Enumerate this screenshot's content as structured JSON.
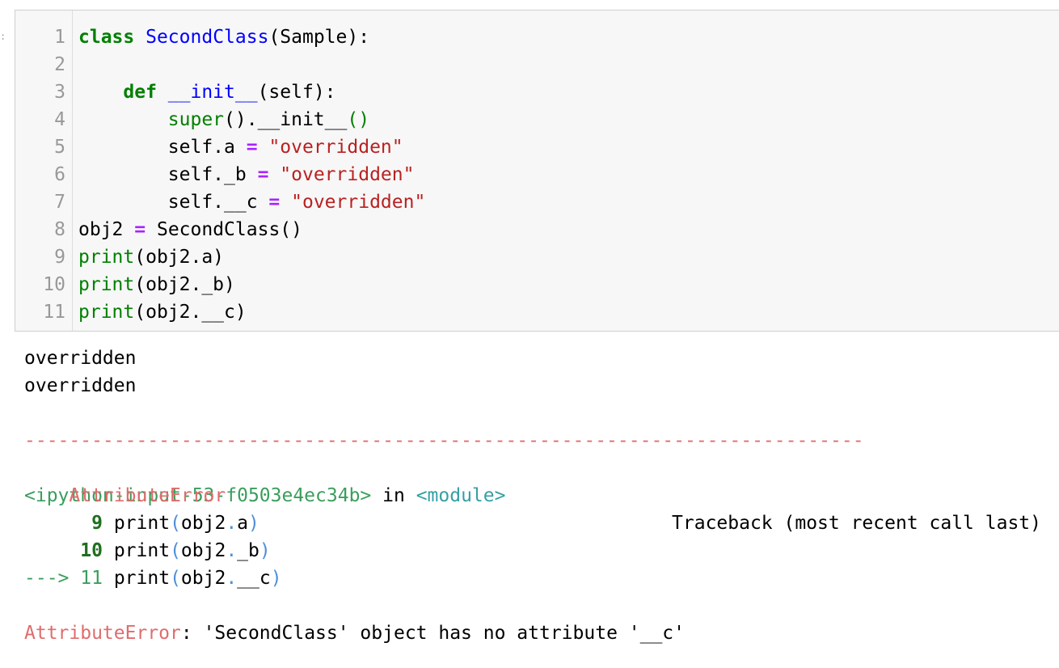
{
  "cell": {
    "line_numbers": [
      "1",
      "2",
      "3",
      "4",
      "5",
      "6",
      "7",
      "8",
      "9",
      "10",
      "11"
    ],
    "lines": [
      {
        "kw": "class",
        "sp": " ",
        "name": "SecondClass",
        "rest": "(Sample):"
      },
      {},
      {
        "indent": "    ",
        "kw": "def",
        "sp": " ",
        "name": "__init__",
        "rest": "(self):"
      },
      {
        "indent": "        ",
        "builtin": "super",
        "mid": "().__init__",
        "tail": "()"
      },
      {
        "indent": "        ",
        "lhs": "self.a",
        "op": "=",
        "str": "\"overridden\""
      },
      {
        "indent": "        ",
        "lhs": "self._b",
        "op": "=",
        "str": "\"overridden\""
      },
      {
        "indent": "        ",
        "lhs": "self.__c",
        "op": "=",
        "str": "\"overridden\""
      },
      {
        "lhs": "obj2",
        "op": "=",
        "rhs": "SecondClass()"
      },
      {
        "builtin": "print",
        "rest": "(obj2.a)"
      },
      {
        "builtin": "print",
        "rest": "(obj2._b)"
      },
      {
        "builtin": "print",
        "rest": "(obj2.__c)"
      }
    ]
  },
  "output": {
    "stdout": [
      "overridden",
      "overridden"
    ],
    "separator": "---------------------------------------------------------------------------",
    "error_name": "AttributeError",
    "traceback_header": "Traceback (most recent call last)",
    "input_ref": "<ipython-input-53-f0503e4ec34b>",
    "in_word": "in",
    "module_ref": "<module>",
    "tb_lines": [
      {
        "prefix": "      ",
        "num": "9",
        "code_pre": "print",
        "lp": "(",
        "obj": "obj2",
        "dot": ".",
        "attr": "a",
        "rp": ")"
      },
      {
        "prefix": "     ",
        "num": "10",
        "code_pre": "print",
        "lp": "(",
        "obj": "obj2",
        "dot": ".",
        "attr": "_b",
        "rp": ")"
      },
      {
        "prefix": "---> ",
        "num": "11",
        "code_pre": "print",
        "lp": "(",
        "obj": "obj2",
        "dot": ".",
        "attr": "__c",
        "rp": ")"
      }
    ],
    "final_error_name": "AttributeError",
    "final_error_msg": ": 'SecondClass' object has no attribute '__c'"
  }
}
